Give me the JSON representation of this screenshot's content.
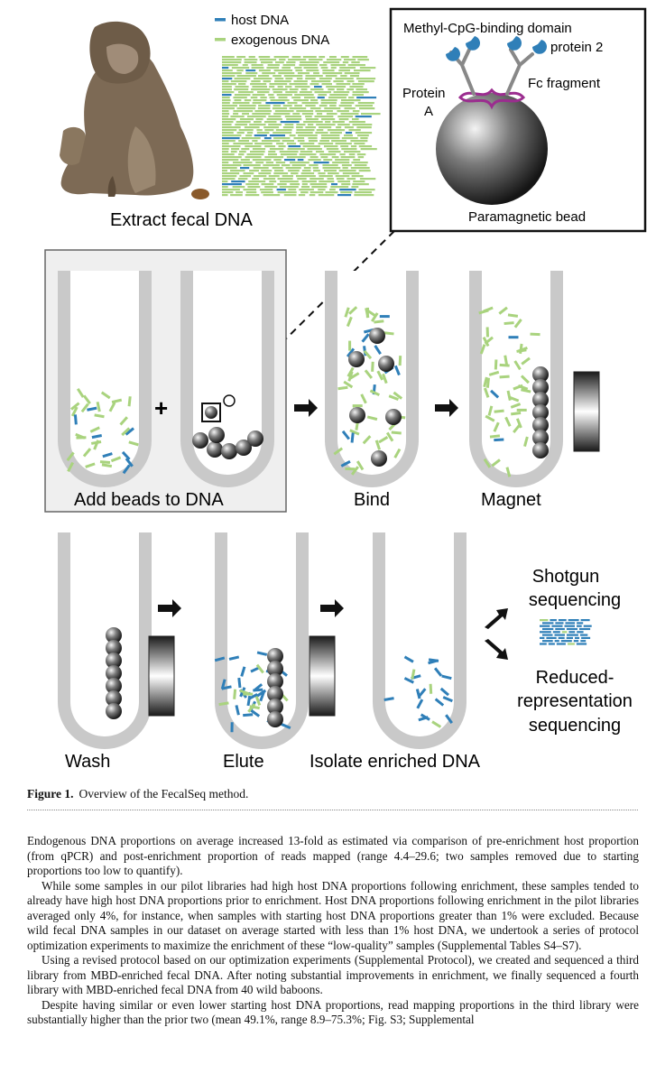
{
  "figure": {
    "legend_host": "host DNA",
    "legend_exogenous": "exogenous DNA",
    "extract_label": "Extract fecal DNA",
    "inset": {
      "mbd": "Methyl-CpG-binding domain",
      "protein2": "protein 2",
      "protein_a_1": "Protein",
      "protein_a_2": "A",
      "fc": "Fc fragment",
      "bead": "Paramagnetic bead"
    },
    "steps": {
      "add_beads": "Add beads to DNA",
      "bind": "Bind",
      "magnet": "Magnet",
      "wash": "Wash",
      "elute": "Elute",
      "isolate": "Isolate enriched DNA"
    },
    "outputs": {
      "shotgun_1": "Shotgun",
      "shotgun_2": "sequencing",
      "rr_1": "Reduced-",
      "rr_2": "representation",
      "rr_3": "sequencing"
    },
    "plus": "+",
    "colors": {
      "host": "#2f7fb8",
      "exogenous": "#a9d37e",
      "tube": "#c9c9c9"
    }
  },
  "caption": {
    "label": "Figure 1.",
    "text": "Overview of the FecalSeq method."
  },
  "paragraphs": [
    "Endogenous DNA proportions on average increased 13-fold as estimated via comparison of pre-enrichment host proportion (from qPCR) and post-enrichment proportion of reads mapped (range 4.4–29.6; two samples removed due to starting proportions too low to quantify).",
    "While some samples in our pilot libraries had high host DNA proportions following enrichment, these samples tended to already have high host DNA proportions prior to enrichment. Host DNA proportions following enrichment in the pilot libraries averaged only 4%, for instance, when samples with starting host DNA proportions greater than 1% were excluded. Because wild fecal DNA samples in our dataset on average started with less than 1% host DNA, we undertook a series of protocol optimization experiments to maximize the enrichment of these “low-quality” samples (Supplemental Tables S4–S7).",
    "Using a revised protocol based on our optimization experiments (Supplemental Protocol), we created and sequenced a third library from MBD-enriched fecal DNA. After noting substantial improvements in enrichment, we finally sequenced a fourth library with MBD-enriched fecal DNA from 40 wild baboons.",
    "Despite having similar or even lower starting host DNA proportions, read mapping proportions in the third library were substantially higher than the prior two (mean 49.1%, range 8.9–75.3%; Fig. S3; Supplemental"
  ]
}
